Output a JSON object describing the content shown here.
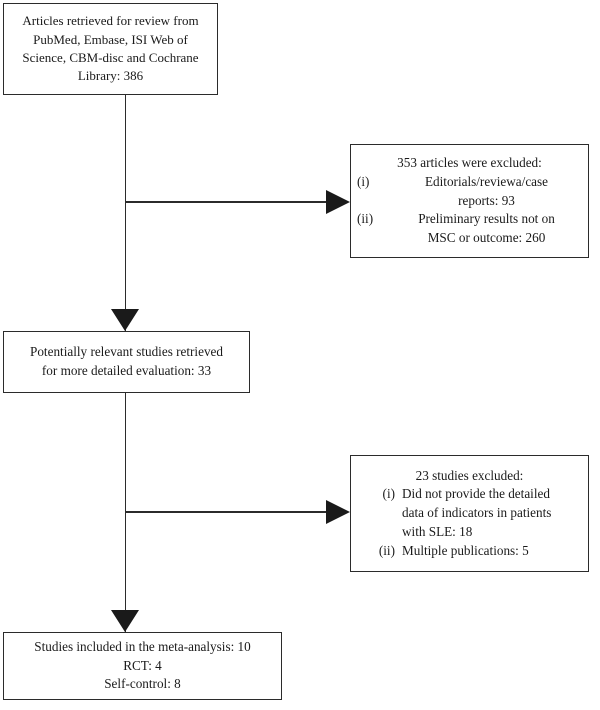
{
  "figure": {
    "type": "flowchart",
    "orientation": "top-to-bottom",
    "boxes": {
      "source": {
        "lines": [
          "Articles retrieved for review from",
          "PubMed, Embase, ISI Web of",
          "Science, CBM-disc and Cochrane",
          "Library: 386"
        ],
        "count": "386"
      },
      "excluded_1": {
        "heading": "353 articles were excluded:",
        "count": "353",
        "items": [
          {
            "marker": "(i)",
            "lines": [
              "Editorials/reviewa/case",
              "reports: 93"
            ],
            "value": "93"
          },
          {
            "marker": "(ii)",
            "lines": [
              "Preliminary results not on",
              "MSC or outcome: 260"
            ],
            "value": "260"
          }
        ]
      },
      "potential": {
        "lines": [
          "Potentially relevant studies retrieved",
          "for more detailed evaluation: 33"
        ],
        "count": "33"
      },
      "excluded_2": {
        "heading": "23 studies excluded:",
        "count": "23",
        "items": [
          {
            "marker": "(i)",
            "lines": [
              "Did not provide the detailed",
              "data of indicators in patients",
              "with SLE: 18"
            ],
            "value": "18"
          },
          {
            "marker": "(ii)",
            "lines": [
              "Multiple publications: 5"
            ],
            "value": "5"
          }
        ]
      },
      "included": {
        "lines": [
          "Studies included in the meta-analysis: 10",
          "RCT: 4",
          "Self-control: 8"
        ],
        "count": "10",
        "rct": "4",
        "self_control": "8"
      }
    },
    "colors": {
      "stroke": "#2b2b2b",
      "arrow_fill": "#1a1a1a",
      "background": "#ffffff",
      "text": "#1a1a1a"
    }
  }
}
